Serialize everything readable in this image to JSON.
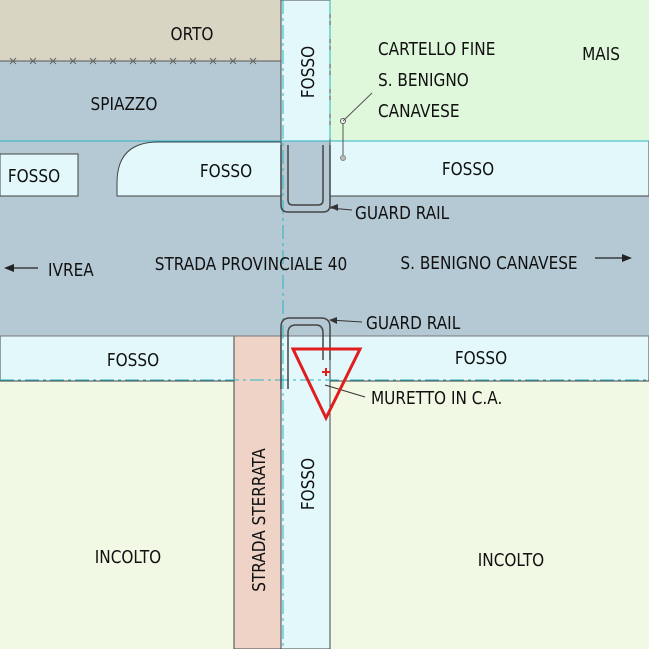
{
  "labels": {
    "orto": "ORTO",
    "mais": "MAIS",
    "spiazzo": "SPIAZZO",
    "fosso_vertical_top": "FOSSO",
    "fosso_vertical_bottom": "FOSSO",
    "fosso_left_small": "FOSSO",
    "fosso_top_middle": "FOSSO",
    "fosso_top_right": "FOSSO",
    "fosso_bottom_left": "FOSSO",
    "fosso_bottom_right": "FOSSO",
    "sign_line1": "CARTELLO FINE",
    "sign_line2": "S. BENIGNO",
    "sign_line3": "CANAVESE",
    "guard_rail_top": "GUARD RAIL",
    "guard_rail_bottom": "GUARD RAIL",
    "ivrea": "IVREA",
    "road_name": "STRADA PROVINCIALE 40",
    "road_destination": "S. BENIGNO CANAVESE",
    "muretto": "MURETTO IN C.A.",
    "strada_sterrata": "STRADA STERRATA",
    "incolto_left": "INCOLTO",
    "incolto_right": "INCOLTO"
  },
  "colors": {
    "road": "#b5c9d4",
    "ditch": "#e2f8fb",
    "orto": "#d9d5c3",
    "mais": "#dff7da",
    "incolto": "#f1f9e4",
    "dirt_road": "#efd3c7",
    "outline": "#444444",
    "centerline": "#2bb4c4",
    "warning": "#e11e1e"
  }
}
